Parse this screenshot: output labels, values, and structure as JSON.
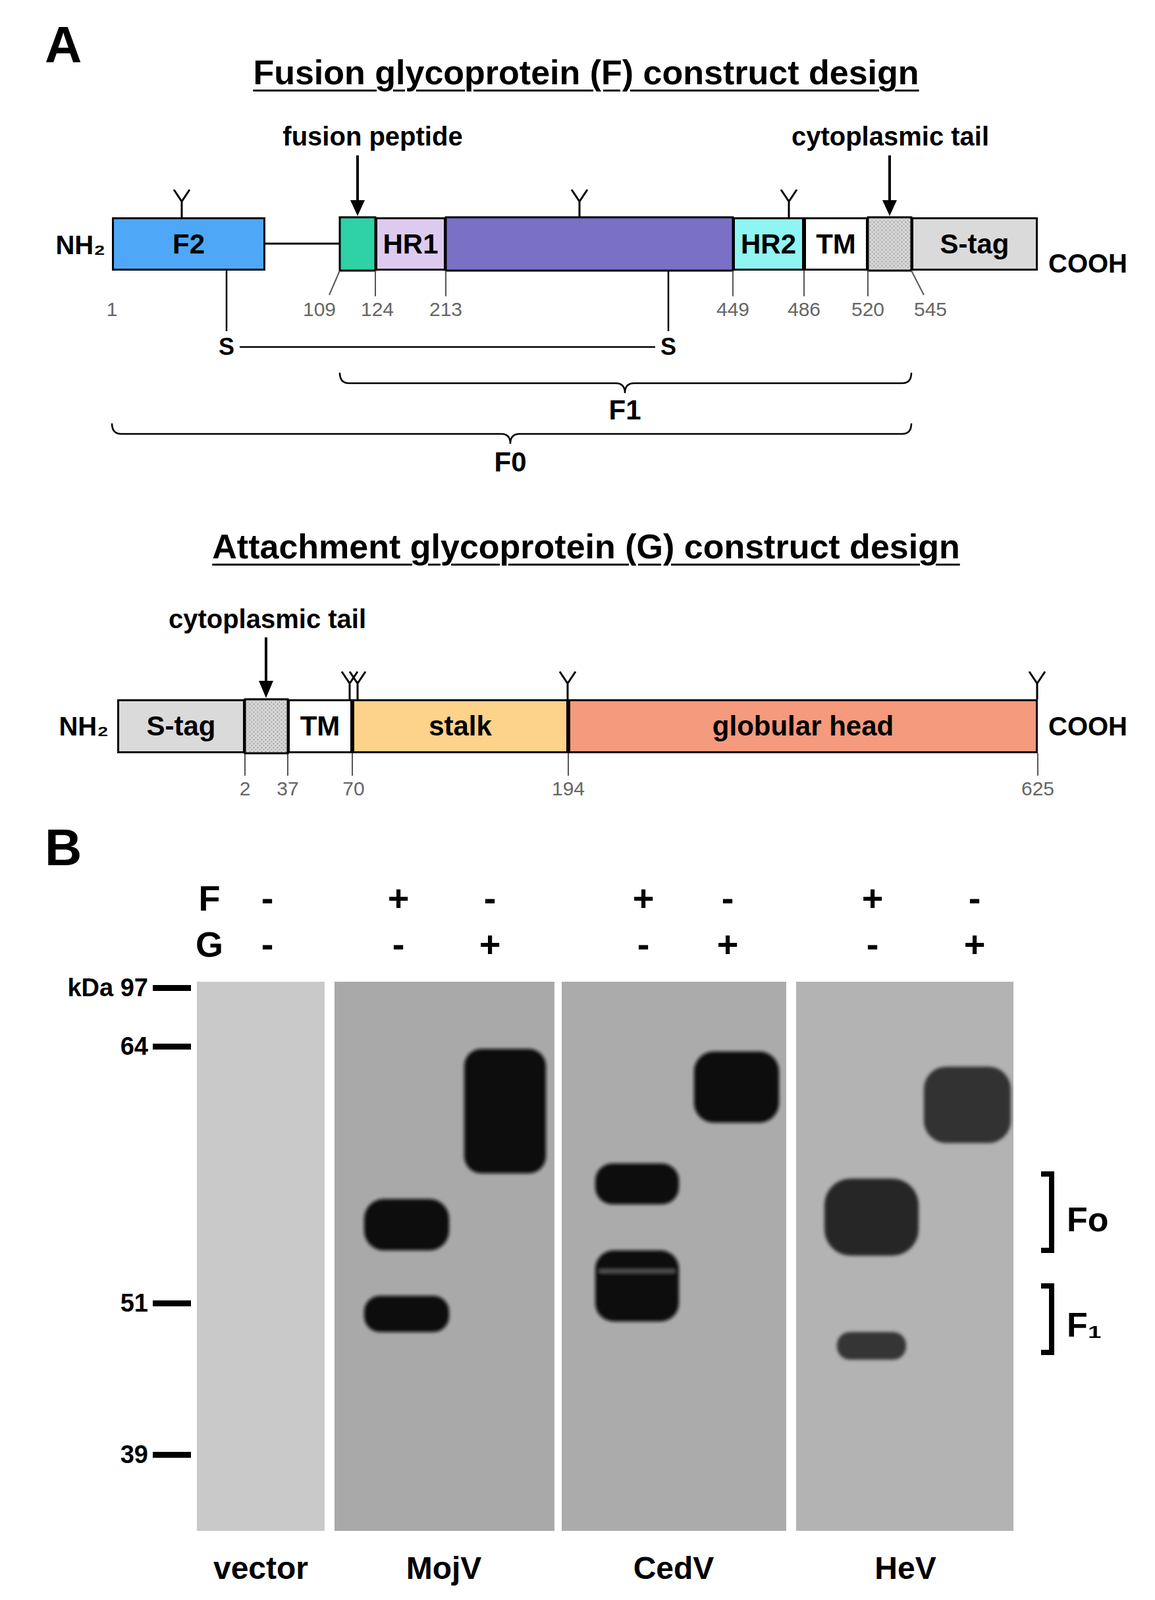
{
  "diagram": {
    "nodes": [
      {
        "text": [
          "F2"
        ]
      },
      {
        "text": [
          "HR1"
        ]
      },
      {
        "text": [
          "HR2"
        ]
      },
      {
        "text": [
          "TM"
        ]
      },
      {
        "text": [
          "S-tag"
        ]
      },
      {
        "text": [
          "S-tag"
        ]
      },
      {
        "text": [
          "TM"
        ]
      },
      {
        "text": [
          "stalk"
        ]
      },
      {
        "text": [
          "globular head"
        ]
      }
    ],
    "labels": [
      "A",
      "Fusion glycoprotein (F) construct design",
      "fusion peptide",
      "cytoplasmic tail",
      "NH₂",
      "COOH",
      "1",
      "109",
      "124",
      "213",
      "449",
      "486",
      "520",
      "545",
      "S",
      "S",
      "F1",
      "F0",
      "Attachment glycoprotein (G) construct design",
      "cytoplasmic tail",
      "NH₂",
      "COOH",
      "2",
      "37",
      "70",
      "194",
      "625",
      "B",
      "F",
      "G",
      "-",
      "+",
      "-",
      "+",
      "-",
      "+",
      "-",
      "-",
      "-",
      "+",
      "-",
      "+",
      "-",
      "+",
      "kDa 97",
      "64",
      "51",
      "39",
      "Fo",
      "F₁",
      "vector",
      "MojV",
      "CedV",
      "HeV"
    ]
  }
}
